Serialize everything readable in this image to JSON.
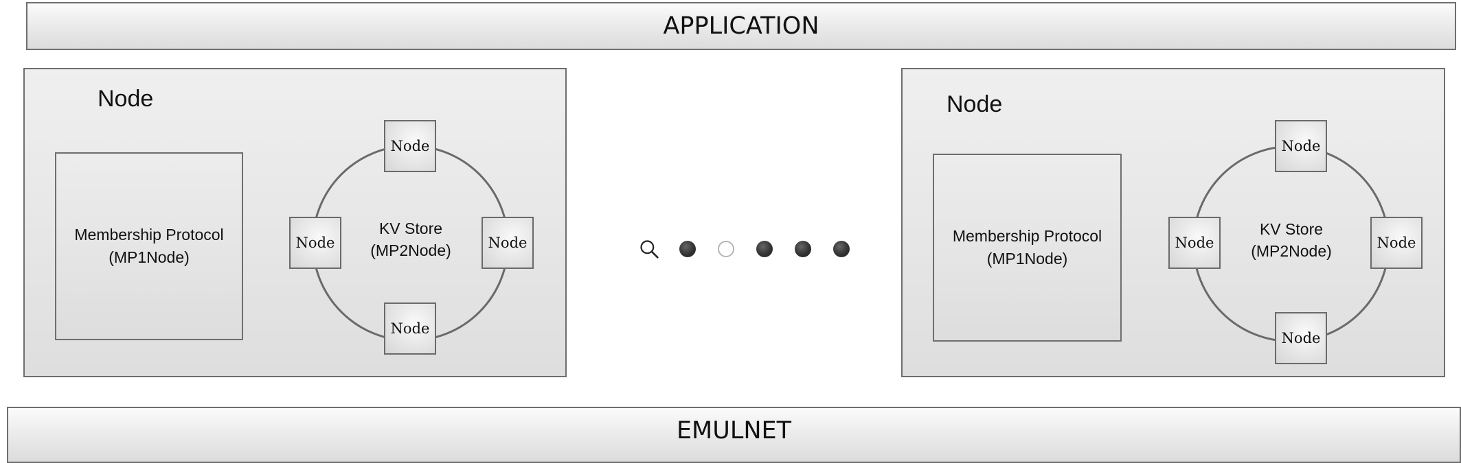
{
  "top_bar": {
    "label": "APPLICATION"
  },
  "bottom_bar": {
    "label": "EMULNET"
  },
  "nodes": [
    {
      "title": "Node",
      "membership": {
        "line1": "Membership Protocol",
        "line2": "(MP1Node)"
      },
      "kv_store": {
        "line1": "KV Store",
        "line2": "(MP2Node)"
      },
      "ring_nodes": [
        "Node",
        "Node",
        "Node",
        "Node"
      ]
    },
    {
      "title": "Node",
      "membership": {
        "line1": "Membership Protocol",
        "line2": "(MP1Node)"
      },
      "kv_store": {
        "line1": "KV Store",
        "line2": "(MP2Node)"
      },
      "ring_nodes": [
        "Node",
        "Node",
        "Node",
        "Node"
      ]
    }
  ],
  "pager": {
    "icon": "search-icon",
    "dots": [
      "filled",
      "empty",
      "filled",
      "filled",
      "filled"
    ],
    "active_index": 1
  },
  "colors": {
    "border": "#6e6e6e",
    "dot_filled": "#333333",
    "dot_empty_border": "#b5b5b5"
  }
}
